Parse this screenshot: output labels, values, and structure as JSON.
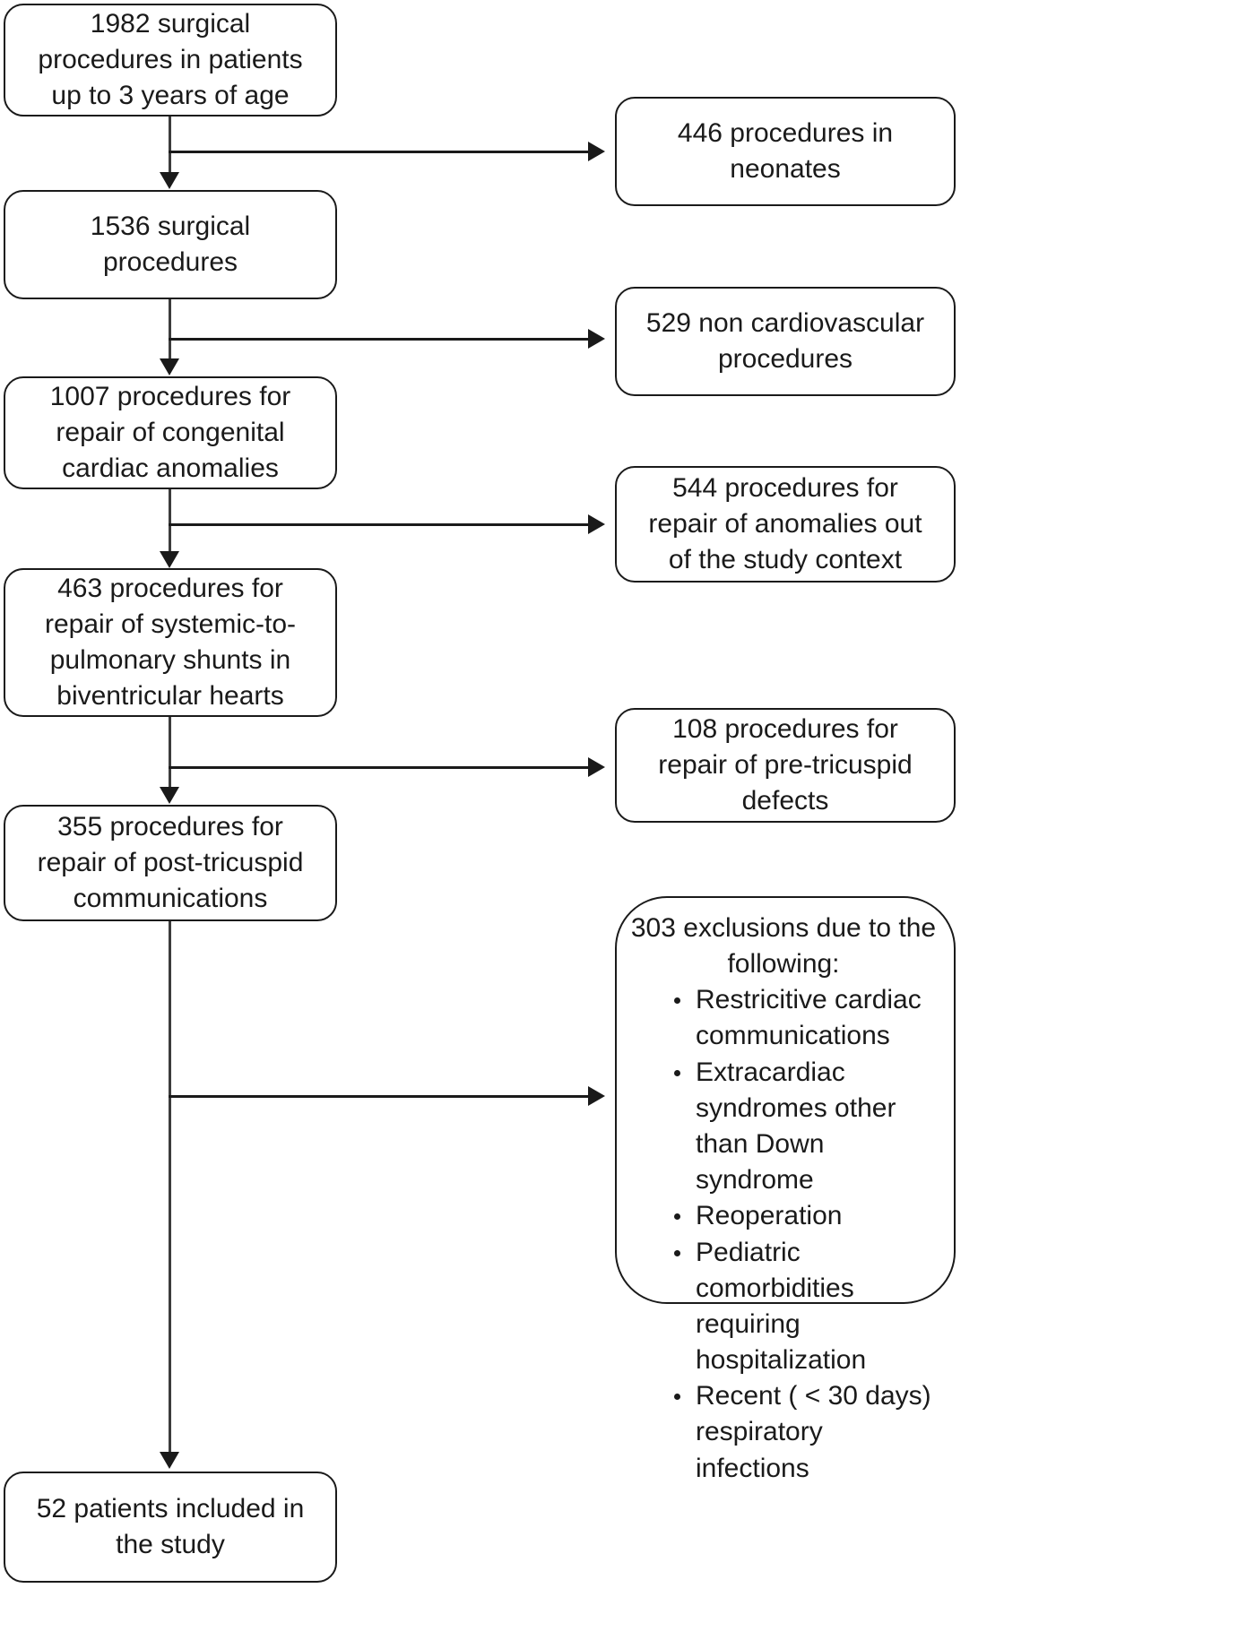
{
  "diagram": {
    "type": "flowchart",
    "title": "Study patient selection flow diagram",
    "colors": {
      "box_border": "#1a1a1a",
      "connector": "#1a1a1a",
      "background": "#ffffff",
      "text": "#1a1a1a"
    },
    "main_flow": [
      {
        "id": "n1",
        "text": "1982 surgical\nprocedures in patients\nup to 3 years of age",
        "count": 1982
      },
      {
        "id": "n2",
        "text": "1536 surgical\nprocedures",
        "count": 1536
      },
      {
        "id": "n3",
        "text": "1007 procedures for\nrepair of congenital\ncardiac anomalies",
        "count": 1007
      },
      {
        "id": "n4",
        "text": "463 procedures for\nrepair of systemic-to-\npulmonary  shunts in\nbiventricular hearts",
        "count": 463
      },
      {
        "id": "n5",
        "text": "355 procedures for\nrepair of post-tricuspid\ncommunications",
        "count": 355
      },
      {
        "id": "n6",
        "text": "52 patients included in\nthe study",
        "count": 52
      }
    ],
    "exclusions": [
      {
        "id": "e1",
        "text": "446 procedures in\nneonates",
        "count": 446
      },
      {
        "id": "e2",
        "text": "529 non cardiovascular\nprocedures",
        "count": 529
      },
      {
        "id": "e3",
        "text": "544 procedures for\nrepair of anomalies out\nof the study context",
        "count": 544
      },
      {
        "id": "e4",
        "text": "108 procedures for\nrepair of pre-tricuspid\ndefects",
        "count": 108
      }
    ],
    "exclusion_list": {
      "id": "e5",
      "title": "303 exclusions due to the\nfollowing:",
      "count": 303,
      "items": [
        "Restricitive cardiac\ncommunications",
        "Extracardiac syndromes\nother than Down syndrome",
        "Reoperation",
        "Pediatric comorbidities\nrequiring hospitalization",
        "Recent ( < 30 days)\nrespiratory infections"
      ]
    }
  }
}
